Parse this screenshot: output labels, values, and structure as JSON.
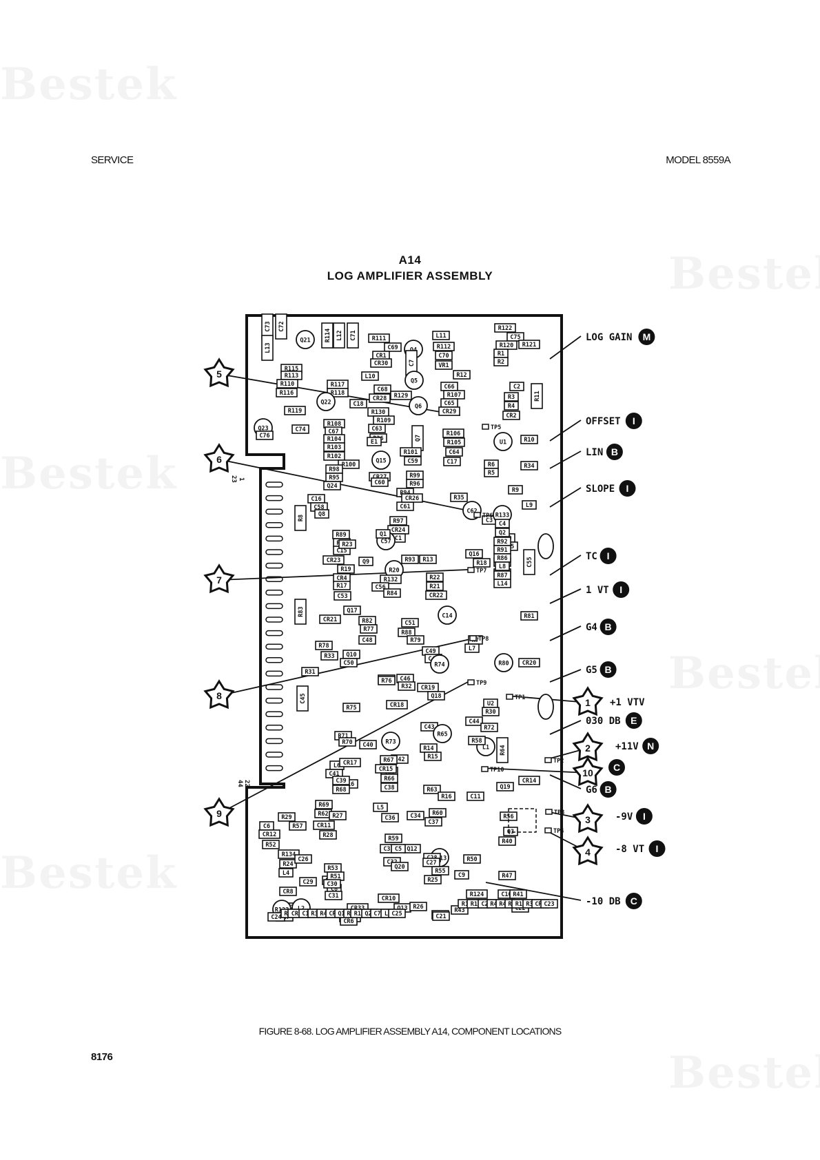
{
  "header": {
    "left": "SERVICE",
    "right": "MODEL 8559A"
  },
  "title": {
    "line1": "A14",
    "line2": "LOG AMPLIFIER ASSEMBLY"
  },
  "caption": "FIGURE 8-68.    LOG AMPLIFIER ASSEMBLY A14, COMPONENT LOCATIONS",
  "page_number": "8176",
  "watermark": "Bestek",
  "edge_pin_labels": {
    "top_1": "1",
    "top_23": "23",
    "bottom_22": "22",
    "bottom_44": "44"
  },
  "components": [
    "C73",
    "C72",
    "L13",
    "Q21",
    "R114",
    "L12",
    "C71",
    "R111",
    "C69",
    "CR1",
    "CR30",
    "Q4",
    "C7",
    "L11",
    "R112",
    "C70",
    "VR1",
    "R12",
    "R122",
    "C75",
    "R120",
    "R1",
    "R2",
    "R121",
    "R115",
    "R113",
    "R110",
    "R116",
    "L10",
    "R117",
    "R118",
    "C68",
    "Q5",
    "CR28",
    "R129",
    "Q6",
    "C66",
    "R107",
    "C65",
    "CR29",
    "C2",
    "R3",
    "R4",
    "CR2",
    "R11",
    "Q22",
    "C18",
    "R119",
    "Q23",
    "C76",
    "R130",
    "R109",
    "R108",
    "C67",
    "C74",
    "C63",
    "R36",
    "E1",
    "R104",
    "R103",
    "R102",
    "R100",
    "R106",
    "R105",
    "C64",
    "Q7",
    "U1",
    "R10",
    "Q15",
    "R101",
    "C59",
    "C17",
    "R6",
    "R5",
    "R34",
    "R98",
    "R95",
    "CR27",
    "C60",
    "R99",
    "R96",
    "R94",
    "Q24",
    "C16",
    "R9",
    "R35",
    "L9",
    "C61",
    "CR26",
    "C58",
    "Q8",
    "R8",
    "C62",
    "C3",
    "R97",
    "CR24",
    "C1",
    "R93",
    "R89",
    "R85",
    "C15",
    "C57",
    "Q1",
    "R23",
    "R90",
    "CR25",
    "Q16",
    "C52",
    "C54",
    "R133",
    "C4",
    "Q2",
    "R92",
    "R91",
    "R86",
    "L8",
    "R87",
    "L14",
    "C55",
    "CR23",
    "Q9",
    "R13",
    "R19",
    "R20",
    "R22",
    "R18",
    "CR4",
    "R132",
    "R17",
    "R21",
    "C56",
    "CR22",
    "C53",
    "R84",
    "R83",
    "Q17",
    "C51",
    "C14",
    "R81",
    "CR21",
    "R82",
    "R88",
    "R77",
    "C48",
    "R79",
    "R7",
    "L7",
    "R78",
    "Q10",
    "R33",
    "C50",
    "C49",
    "C47",
    "R80",
    "CR20",
    "R31",
    "C12",
    "C46",
    "R32",
    "CR19",
    "R76",
    "R74",
    "U2",
    "R30",
    "C45",
    "R75",
    "CR18",
    "Q18",
    "C44",
    "R71",
    "R70",
    "C40",
    "R73",
    "R72",
    "C42",
    "L6",
    "Q11",
    "R14",
    "R15",
    "L1",
    "R67",
    "C43",
    "CR17",
    "C41",
    "CR16",
    "R68",
    "CR15",
    "R65",
    "R66",
    "C38",
    "R63",
    "R58",
    "Q19",
    "CR14",
    "R64",
    "C39",
    "R16",
    "C11",
    "R69",
    "L5",
    "C34",
    "R60",
    "C37",
    "R62",
    "C36",
    "R59",
    "C33",
    "Q12",
    "CR13",
    "Q3",
    "R40",
    "R27",
    "C5",
    "R56",
    "R29",
    "CR11",
    "R57",
    "R28",
    "C6",
    "C32",
    "C28",
    "CR12",
    "Q20",
    "R55",
    "R50",
    "R52",
    "R134",
    "R24",
    "R54",
    "C8",
    "C27",
    "C26",
    "R53",
    "R25",
    "R51",
    "C30",
    "L4",
    "C9",
    "R47",
    "C29",
    "CR10",
    "Q13",
    "C31",
    "R124",
    "CR33",
    "R26",
    "C10",
    "R43",
    "R41",
    "CR8",
    "R127",
    "R123",
    "CR32",
    "R42",
    "C22",
    "CR7",
    "L2",
    "C24",
    "CR6",
    "C21",
    "R126",
    "R131",
    "C20",
    "R45",
    "R44",
    "R39",
    "R125",
    "R37",
    "CR5",
    "C23",
    "R48",
    "CR31",
    "C19",
    "R38",
    "R46",
    "CR9",
    "Q14",
    "R49",
    "R128",
    "Q25",
    "C77",
    "L3",
    "C25"
  ],
  "test_points": [
    "TP5",
    "TP6",
    "TP7",
    "TP8",
    "TP9",
    "TP1",
    "TP2",
    "TP10",
    "TP3",
    "TP4"
  ],
  "callouts": [
    {
      "label": "LOG GAIN",
      "badge": "M"
    },
    {
      "label": "OFFSET",
      "badge": "I"
    },
    {
      "label": "LIN",
      "badge": "B"
    },
    {
      "label": "SLOPE",
      "badge": "I"
    },
    {
      "label": "TC",
      "badge": "I"
    },
    {
      "label": "1 VT",
      "badge": "I"
    },
    {
      "label": "G4",
      "badge": "B"
    },
    {
      "label": "G5",
      "badge": "B"
    },
    {
      "label": "+1 VTV",
      "badge": ""
    },
    {
      "label": "030 DB",
      "badge": "E"
    },
    {
      "label": "+11V",
      "badge": "N"
    },
    {
      "label": "",
      "badge": "C"
    },
    {
      "label": "G6",
      "badge": "B"
    },
    {
      "label": "-9V",
      "badge": "I"
    },
    {
      "label": "-8 VT",
      "badge": "I"
    },
    {
      "label": "-10 DB",
      "badge": "C"
    }
  ],
  "stars": [
    "5",
    "6",
    "7",
    "8",
    "9",
    "1",
    "2",
    "10",
    "3",
    "4"
  ]
}
